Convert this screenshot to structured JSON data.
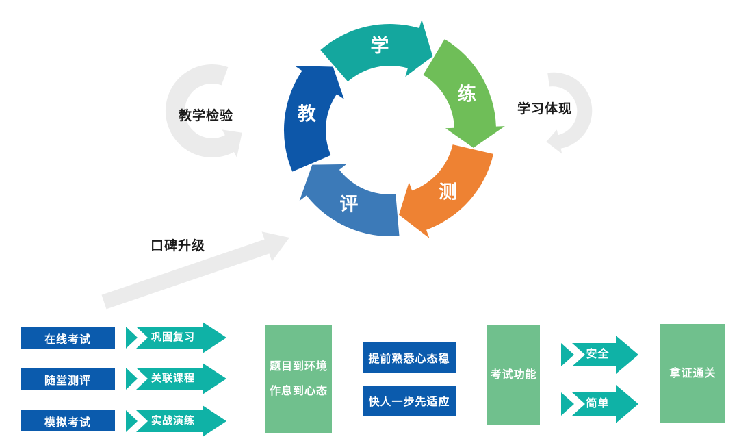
{
  "cycle": {
    "segments": [
      {
        "label": "学",
        "color": "#14a79e"
      },
      {
        "label": "练",
        "color": "#6fbe58"
      },
      {
        "label": "测",
        "color": "#ee8233"
      },
      {
        "label": "评",
        "color": "#3c7ab8"
      },
      {
        "label": "教",
        "color": "#0d57a9"
      }
    ],
    "annotations": {
      "left": "教学检验",
      "right": "学习体现",
      "bottom_left": "口碑升级"
    }
  },
  "flow": {
    "exam_types": [
      "在线考试",
      "随堂测评",
      "模拟考试"
    ],
    "benefits": [
      "巩固复习",
      "关联课程",
      "实战演练"
    ],
    "adaptation": {
      "line1": "题目到环境",
      "line2": "作息到心态"
    },
    "mindset_points": [
      "提前熟悉心态稳",
      "快人一步先适应"
    ],
    "exam_function": "考试功能",
    "qualities": [
      "安全",
      "简单"
    ],
    "result": "拿证通关"
  },
  "colors": {
    "blue_box": "#0b5bad",
    "teal_arrow": "#0fb2a6",
    "green_box": "#70c08d",
    "gray_arrow": "#ebebeb"
  }
}
